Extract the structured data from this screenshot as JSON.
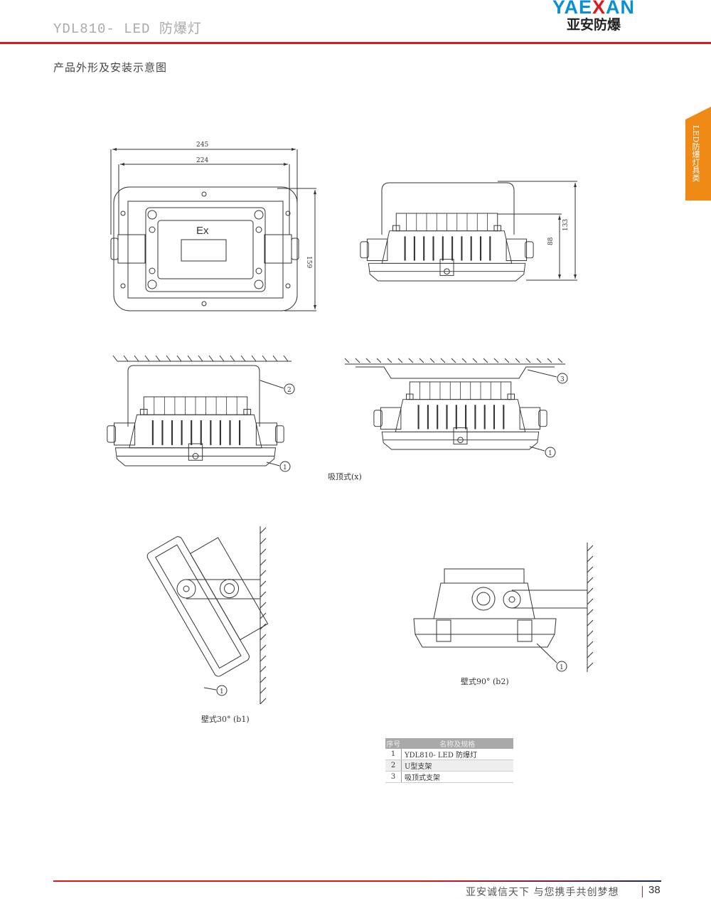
{
  "header": {
    "doc_title": "YDL810- LED 防爆灯",
    "logo_en_1": "YAE",
    "logo_en_2": "X",
    "logo_en_3": "AN",
    "logo_cn": "亚安防爆"
  },
  "section_title": "产品外形及安装示意图",
  "side_tab": "LED防爆灯具类",
  "front_view": {
    "mark": "Ex",
    "dim_width_outer": "245",
    "dim_width_inner": "224",
    "dim_height": "159"
  },
  "side_view": {
    "dim_total": "133",
    "dim_body": "88"
  },
  "callouts": {
    "one": "1",
    "two": "2",
    "three": "3"
  },
  "captions": {
    "ceiling": "吸顶式(x)",
    "wall30": "壁式30° (b1)",
    "wall90": "壁式90° (b2)"
  },
  "parts_table": {
    "headers": [
      "序号",
      "名称及规格"
    ],
    "rows": [
      [
        "1",
        "YDL810- LED 防爆灯"
      ],
      [
        "2",
        "U型支架"
      ],
      [
        "3",
        "吸顶式支架"
      ]
    ]
  },
  "footer": {
    "slogan": "亚安诚信天下 与您携手共创梦想",
    "page_number": "38"
  },
  "colors": {
    "accent_red": "#e2141c",
    "brand_blue": "#0a8fd0",
    "tab_orange": "#f08a16"
  }
}
